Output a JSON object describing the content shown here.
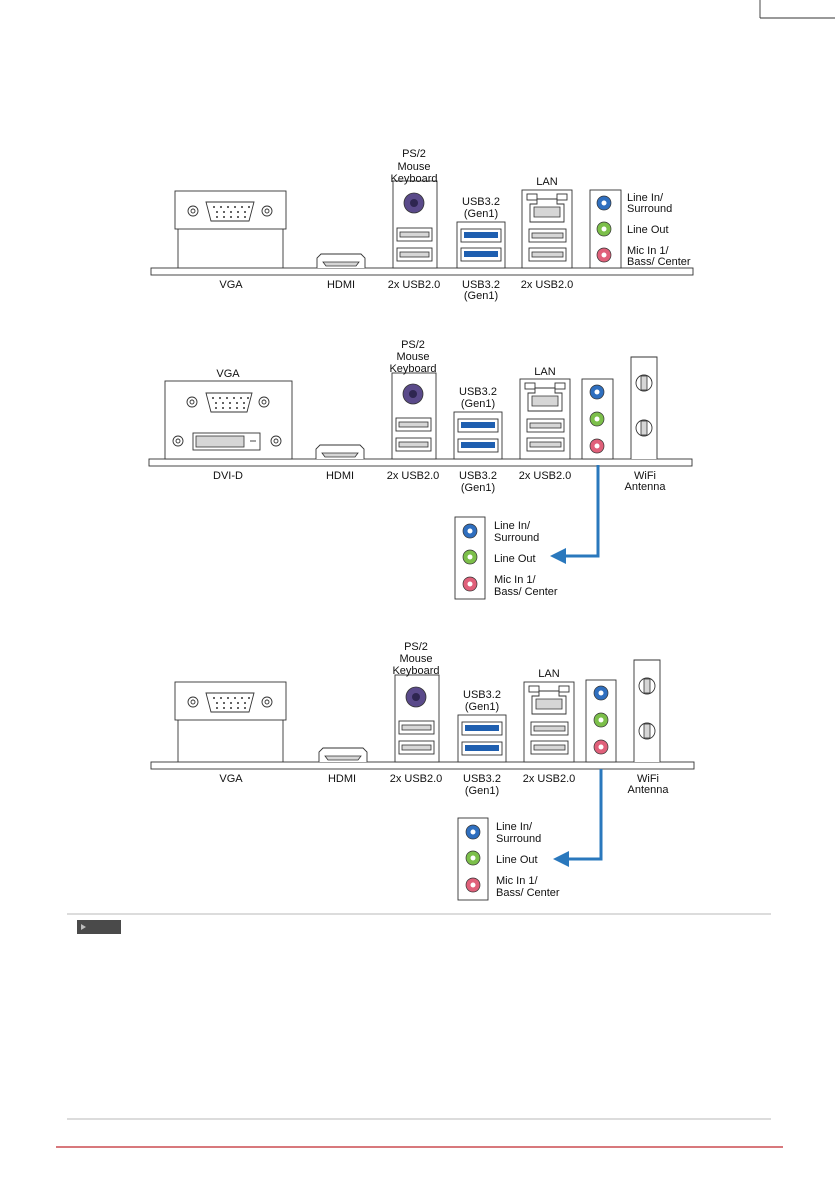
{
  "colors": {
    "usb3_blue": "#1f5fb0",
    "audio_blue": "#2f6fbf",
    "audio_green": "#7cbf4a",
    "audio_pink": "#e0607a",
    "arrow_blue": "#2a78bd",
    "footer_line": "#c0282f",
    "ps2_purple": "#5a4a8a"
  },
  "panel1": {
    "labels": {
      "ps2": [
        "PS/2",
        "Mouse",
        "Keyboard"
      ],
      "usb3_top": [
        "USB3.2",
        "(Gen1)"
      ],
      "lan": "LAN",
      "bottom_vga": "VGA",
      "bottom_hdmi": "HDMI",
      "bottom_usb2a": "2x USB2.0",
      "bottom_usb3": [
        "USB3.2",
        "(Gen1)"
      ],
      "bottom_usb2b": "2x USB2.0"
    },
    "audio": [
      [
        "Line In/",
        "Surround"
      ],
      [
        "Line Out"
      ],
      [
        "Mic In 1/",
        "Bass/ Center"
      ]
    ]
  },
  "panel2": {
    "labels": {
      "vga_top": "VGA",
      "ps2": [
        "PS/2",
        "Mouse",
        "Keyboard"
      ],
      "usb3_top": [
        "USB3.2",
        "(Gen1)"
      ],
      "lan": "LAN",
      "bottom_dvi": "DVI-D",
      "bottom_hdmi": "HDMI",
      "bottom_usb2a": "2x USB2.0",
      "bottom_usb3": [
        "USB3.2",
        "(Gen1)"
      ],
      "bottom_usb2b": "2x USB2.0",
      "bottom_wifi": [
        "WiFi",
        "Antenna"
      ]
    },
    "audio": [
      [
        "Line In/",
        "Surround"
      ],
      [
        "Line Out"
      ],
      [
        "Mic In 1/",
        "Bass/ Center"
      ]
    ]
  },
  "panel3": {
    "labels": {
      "ps2": [
        "PS/2",
        "Mouse",
        "Keyboard"
      ],
      "usb3_top": [
        "USB3.2",
        "(Gen1)"
      ],
      "lan": "LAN",
      "bottom_vga": "VGA",
      "bottom_hdmi": "HDMI",
      "bottom_usb2a": "2x USB2.0",
      "bottom_usb3": [
        "USB3.2",
        "(Gen1)"
      ],
      "bottom_usb2b": "2x USB2.0",
      "bottom_wifi": [
        "WiFi",
        "Antenna"
      ]
    },
    "audio": [
      [
        "Line In/",
        "Surround"
      ],
      [
        "Line Out"
      ],
      [
        "Mic In 1/",
        "Bass/ Center"
      ]
    ]
  },
  "note_icon": "play-triangle-icon"
}
